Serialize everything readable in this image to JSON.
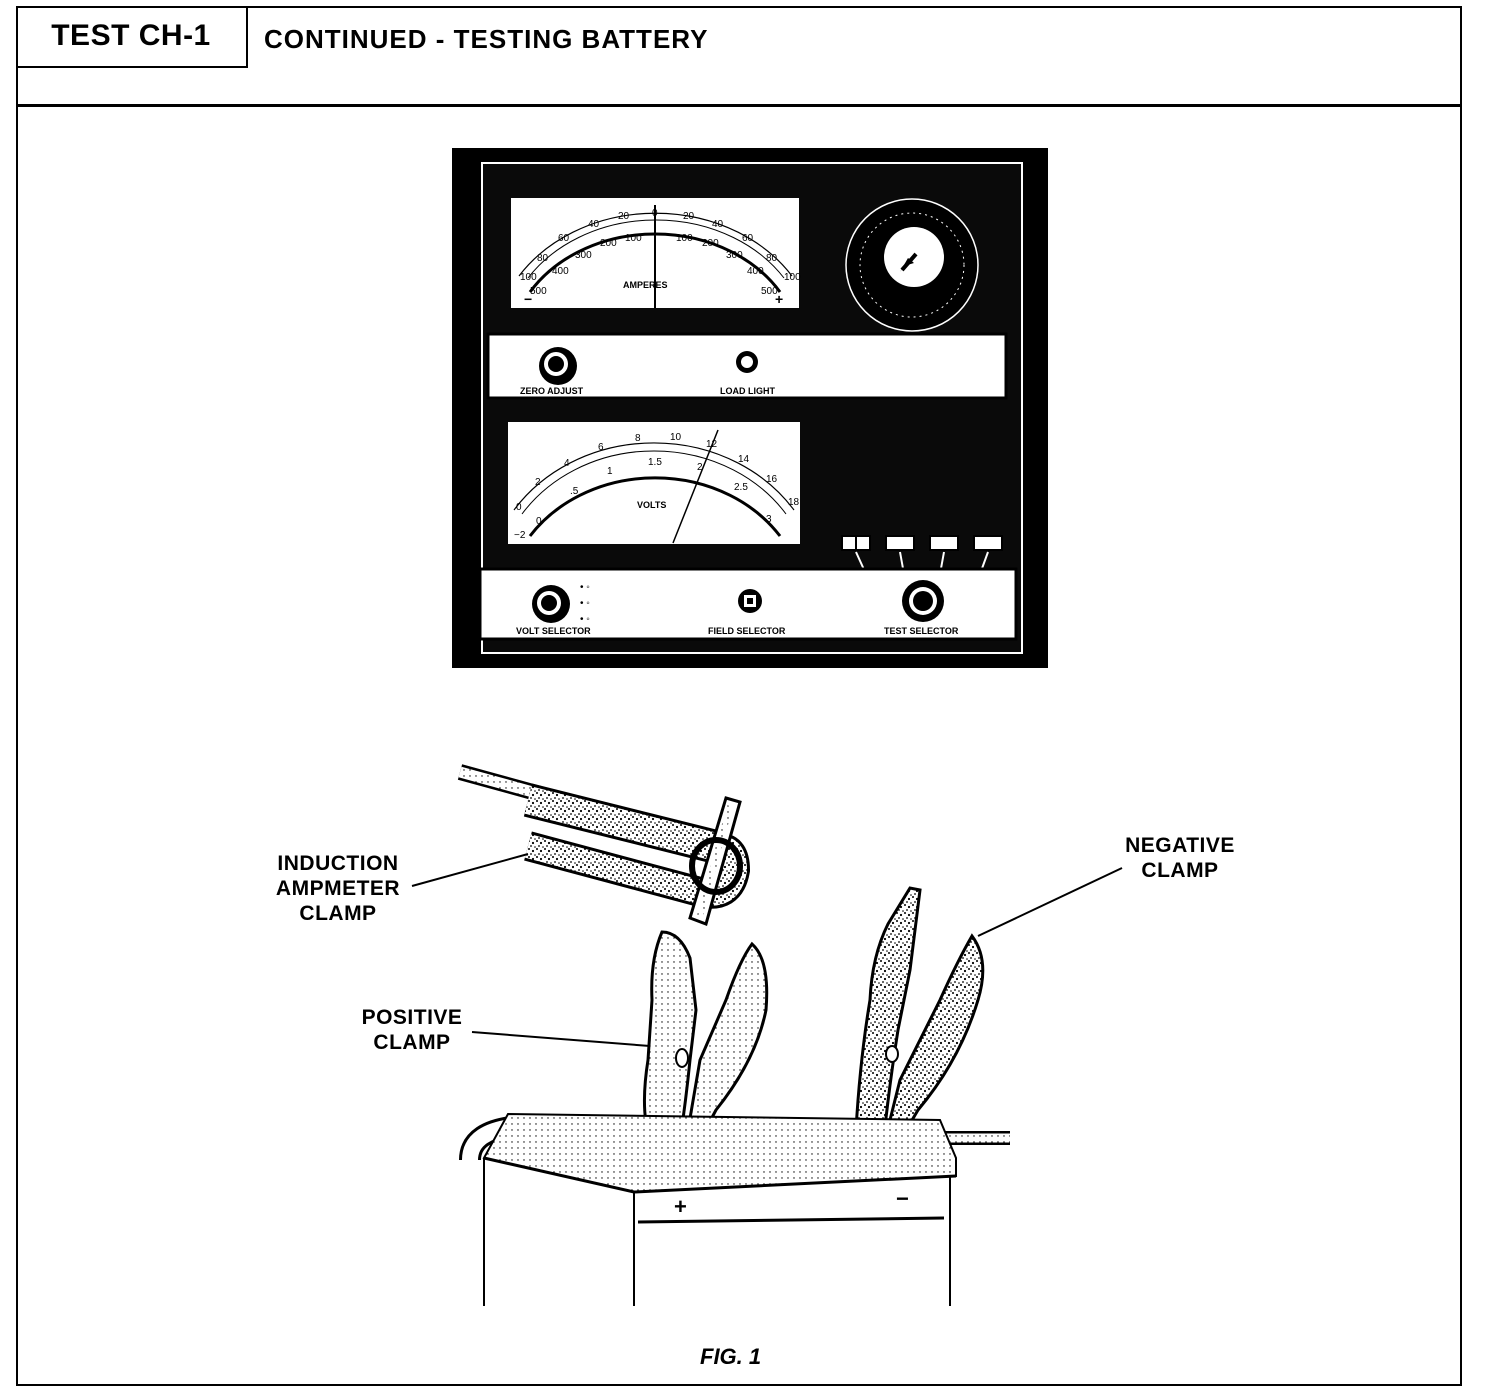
{
  "header": {
    "test_id": "TEST CH-1",
    "title": "CONTINUED - TESTING BATTERY"
  },
  "tester": {
    "amp_meter_label": "AMPERES",
    "volt_meter_label": "VOLTS",
    "zero_adjust_label": "ZERO ADJUST",
    "load_light_label": "LOAD LIGHT",
    "volt_selector_label": "VOLT SELECTOR",
    "field_selector_label": "FIELD SELECTOR",
    "test_selector_label": "TEST SELECTOR"
  },
  "callouts": {
    "induction_clamp": "INDUCTION AMPMETER CLAMP",
    "positive_clamp": "POSITIVE CLAMP",
    "negative_clamp": "NEGATIVE CLAMP"
  },
  "battery": {
    "positive_mark": "+",
    "negative_mark": "−"
  },
  "caption": "FIG. 1"
}
